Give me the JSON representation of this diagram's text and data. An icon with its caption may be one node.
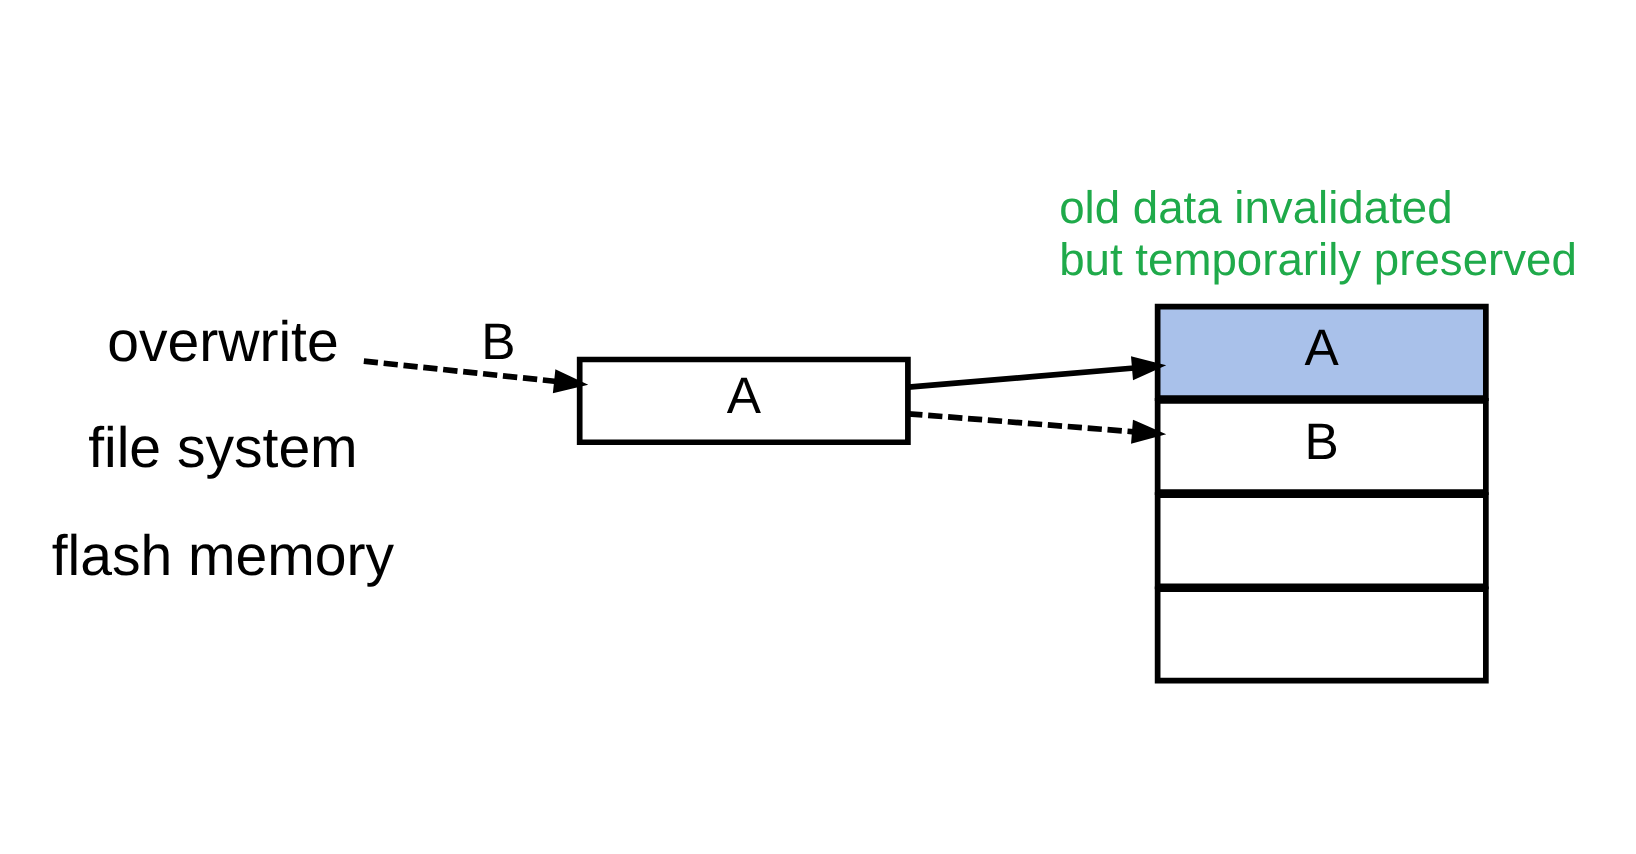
{
  "diagram": {
    "nodes": [
      {
        "text": [
          "overwrite"
        ]
      },
      {
        "text": [
          "A"
        ]
      },
      {
        "text": [
          "A"
        ]
      },
      {
        "text": [
          "B"
        ]
      },
      {
        "text": [],
        "shape": "box"
      },
      {
        "text": [],
        "shape": "box"
      }
    ],
    "edges": [
      {
        "from": 0,
        "to": 1,
        "arrow": "to",
        "style": "dashed",
        "label": "B"
      },
      {
        "from": 1,
        "to": 2,
        "arrow": "to"
      },
      {
        "from": 1,
        "to": 3,
        "arrow": "to",
        "style": "dashed"
      }
    ],
    "labels": [
      "file system",
      "flash memory",
      "old data invalidated but temporarily preserved"
    ]
  }
}
